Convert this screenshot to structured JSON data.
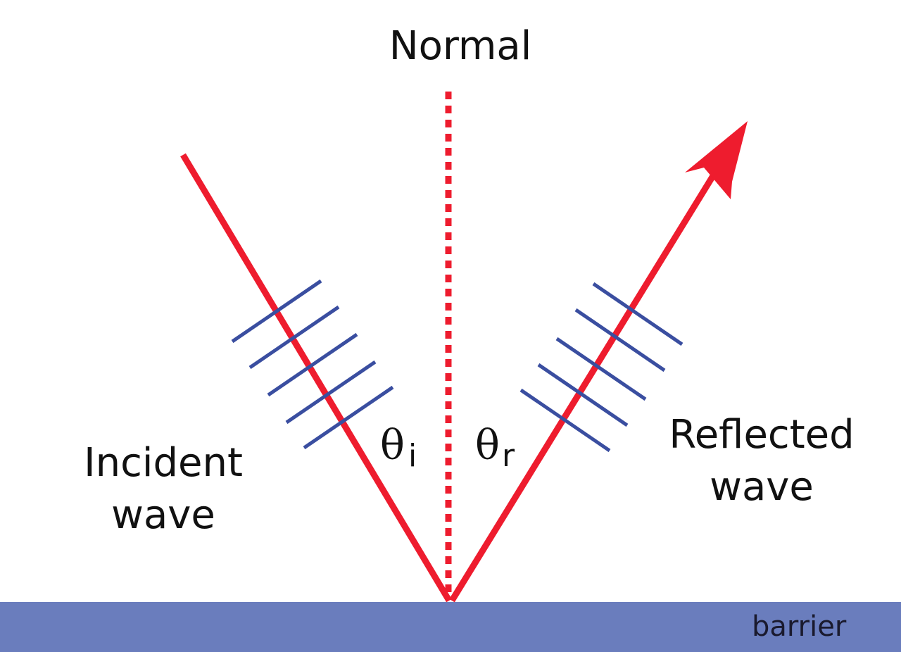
{
  "labels": {
    "normal": "Normal",
    "incident_line1": "Incident",
    "incident_line2": "wave",
    "reflected_line1": "Reflected",
    "reflected_line2": "wave",
    "theta_symbol": "θ",
    "theta_i_sub": "i",
    "theta_r_sub": "r",
    "barrier": "barrier"
  },
  "colors": {
    "ray": "#ee1c2e",
    "normal": "#ee1c2e",
    "wavefront": "#3a4ea0",
    "barrier": "#6a7dbd",
    "text": "#111111"
  }
}
